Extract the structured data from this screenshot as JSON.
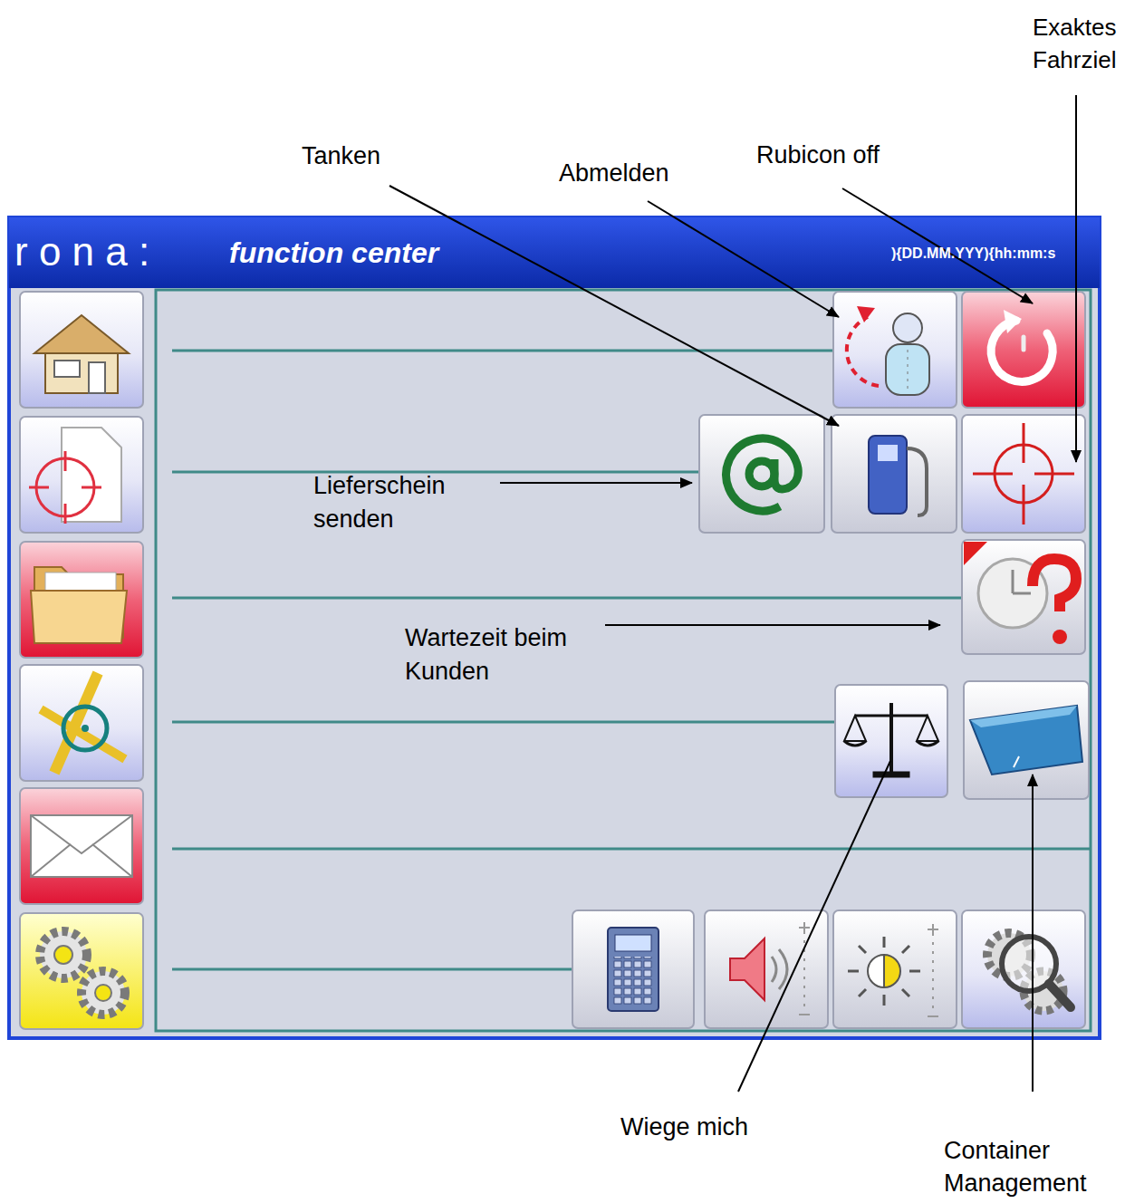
{
  "diagram": {
    "labels": [
      "r o n a :",
      "function center",
      "){DD.MM.YYY){hh:mm:s",
      "Exaktes Fahrziel",
      "Tanken",
      "Abmelden",
      "Rubicon off",
      "Lieferschein senden",
      "Wartezeit beim Kunden",
      "Wiege mich",
      "Container Management"
    ]
  }
}
